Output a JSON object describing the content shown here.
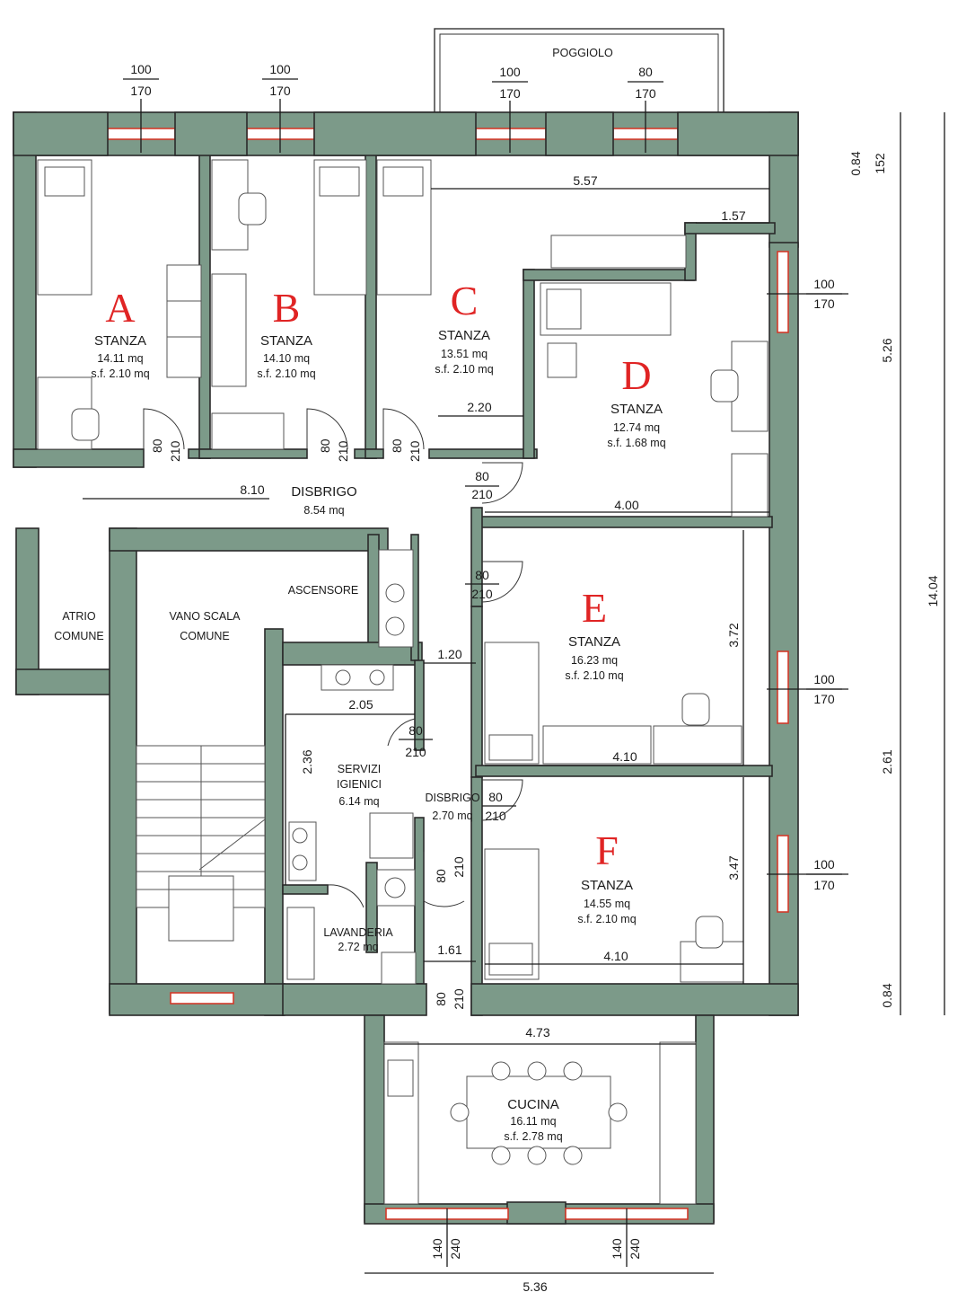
{
  "rooms": {
    "a": {
      "letter": "A",
      "name": "STANZA",
      "area": "14.11 mq",
      "sf": "s.f. 2.10 mq"
    },
    "b": {
      "letter": "B",
      "name": "STANZA",
      "area": "14.10 mq",
      "sf": "s.f. 2.10 mq"
    },
    "c": {
      "letter": "C",
      "name": "STANZA",
      "area": "13.51 mq",
      "sf": "s.f. 2.10 mq"
    },
    "d": {
      "letter": "D",
      "name": "STANZA",
      "area": "12.74 mq",
      "sf": "s.f. 1.68 mq"
    },
    "e": {
      "letter": "E",
      "name": "STANZA",
      "area": "16.23 mq",
      "sf": "s.f. 2.10 mq"
    },
    "f": {
      "letter": "F",
      "name": "STANZA",
      "area": "14.55 mq",
      "sf": "s.f. 2.10 mq"
    },
    "cucina": {
      "name": "CUCINA",
      "area": "16.11 mq",
      "sf": "s.f. 2.78 mq"
    },
    "disbrigo": {
      "name": "DISBRIGO",
      "area": "8.54 mq"
    },
    "disbrigo2": {
      "name": "DISBRIGO",
      "area": "2.70 mq"
    },
    "servizi": {
      "line1": "SERVIZI",
      "line2": "IGIENICI",
      "area": "6.14 mq"
    },
    "lavanderia": {
      "name": "LAVANDERIA",
      "area": "2.72 mq"
    },
    "ascensore": {
      "name": "ASCENSORE"
    },
    "atrio": {
      "line1": "ATRIO",
      "line2": "COMUNE"
    },
    "vano_scala": {
      "line1": "VANO SCALA",
      "line2": "COMUNE"
    },
    "poggiolo": {
      "name": "POGGIOLO"
    }
  },
  "windows": {
    "w1": {
      "w": "100",
      "h": "170"
    },
    "w2": {
      "w": "100",
      "h": "170"
    },
    "w3": {
      "w": "100",
      "h": "170"
    },
    "w4": {
      "w": "80",
      "h": "170"
    },
    "w5": {
      "w": "100",
      "h": "170"
    },
    "w6": {
      "w": "100",
      "h": "170"
    },
    "w7": {
      "w": "100",
      "h": "170"
    },
    "w8": {
      "w": "140",
      "h": "240"
    },
    "w9": {
      "w": "140",
      "h": "240"
    }
  },
  "doors": {
    "d_a": {
      "w": "80",
      "h": "210"
    },
    "d_b": {
      "w": "80",
      "h": "210"
    },
    "d_c": {
      "w": "80",
      "h": "210"
    },
    "d_d": {
      "w": "80",
      "h": "210"
    },
    "d_e": {
      "w": "80",
      "h": "210"
    },
    "d_serv": {
      "w": "80",
      "h": "210"
    },
    "d_f": {
      "w": "80",
      "h": "210"
    },
    "d_lav": {
      "w": "80",
      "h": "210"
    },
    "d_cuc": {
      "w": "80",
      "h": "210"
    }
  },
  "dimensions": {
    "c_width": "5.57",
    "c_step": "1.57",
    "c_bottom": "2.20",
    "disbrigo_len": "8.10",
    "d_width": "4.00",
    "corr": "1.20",
    "serv_w": "2.05",
    "serv_h": "2.36",
    "e_w": "4.10",
    "e_h": "3.72",
    "f_w": "4.10",
    "f_h": "3.47",
    "lav_w": "1.61",
    "cuc_w": "4.73",
    "bottom_total": "5.36",
    "right_0_84_top": "0.84",
    "right_152": "152",
    "right_5_26": "5.26",
    "right_2_61": "2.61",
    "right_0_84_bot": "0.84",
    "right_14_04": "14.04"
  },
  "colors": {
    "wall": "#7c9a89",
    "window": "#d23a2a",
    "letters": "#e02424"
  }
}
